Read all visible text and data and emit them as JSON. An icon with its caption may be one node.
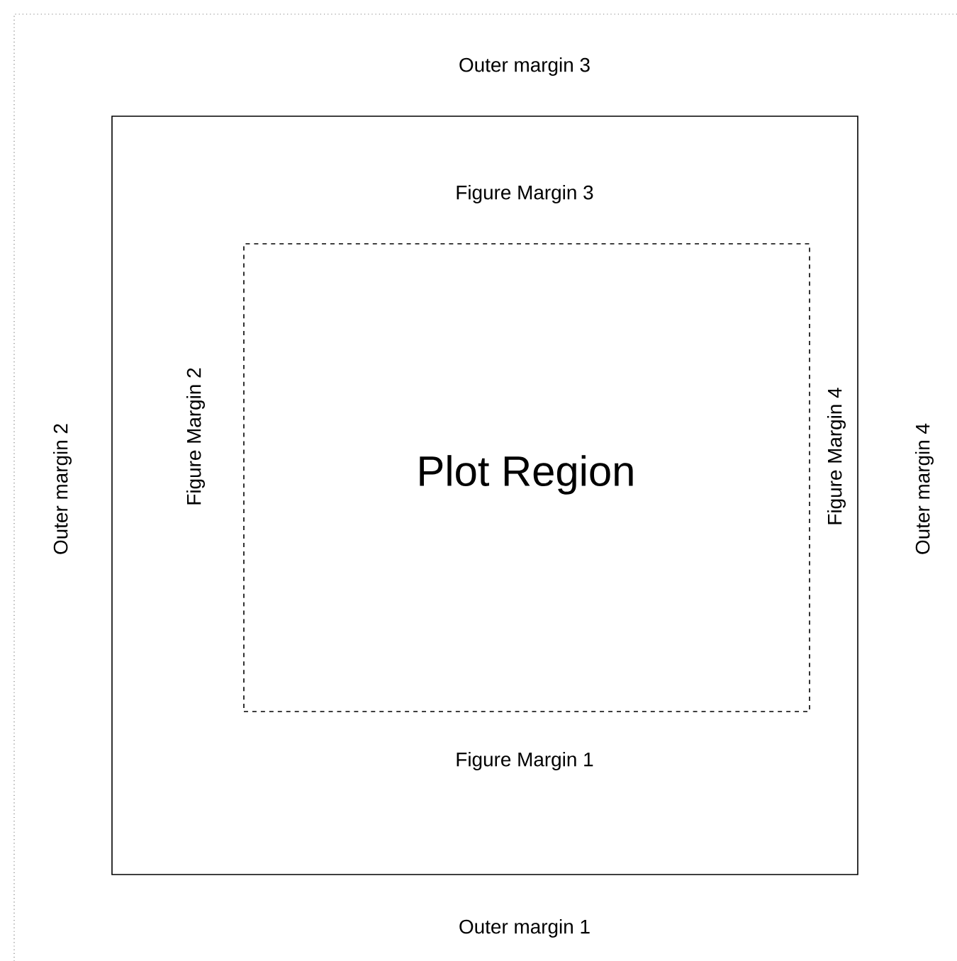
{
  "diagram": {
    "nodes": [
      {
        "text": [
          "Figure Margin 3",
          "Figure Margin 2",
          "Figure Margin 4",
          "Figure Margin 1"
        ]
      },
      {
        "text": [
          "Plot Region"
        ],
        "in": 0
      }
    ],
    "labels": [
      "Outer margin 3",
      "Outer margin 2",
      "Outer margin 4",
      "Outer margin 1"
    ]
  }
}
